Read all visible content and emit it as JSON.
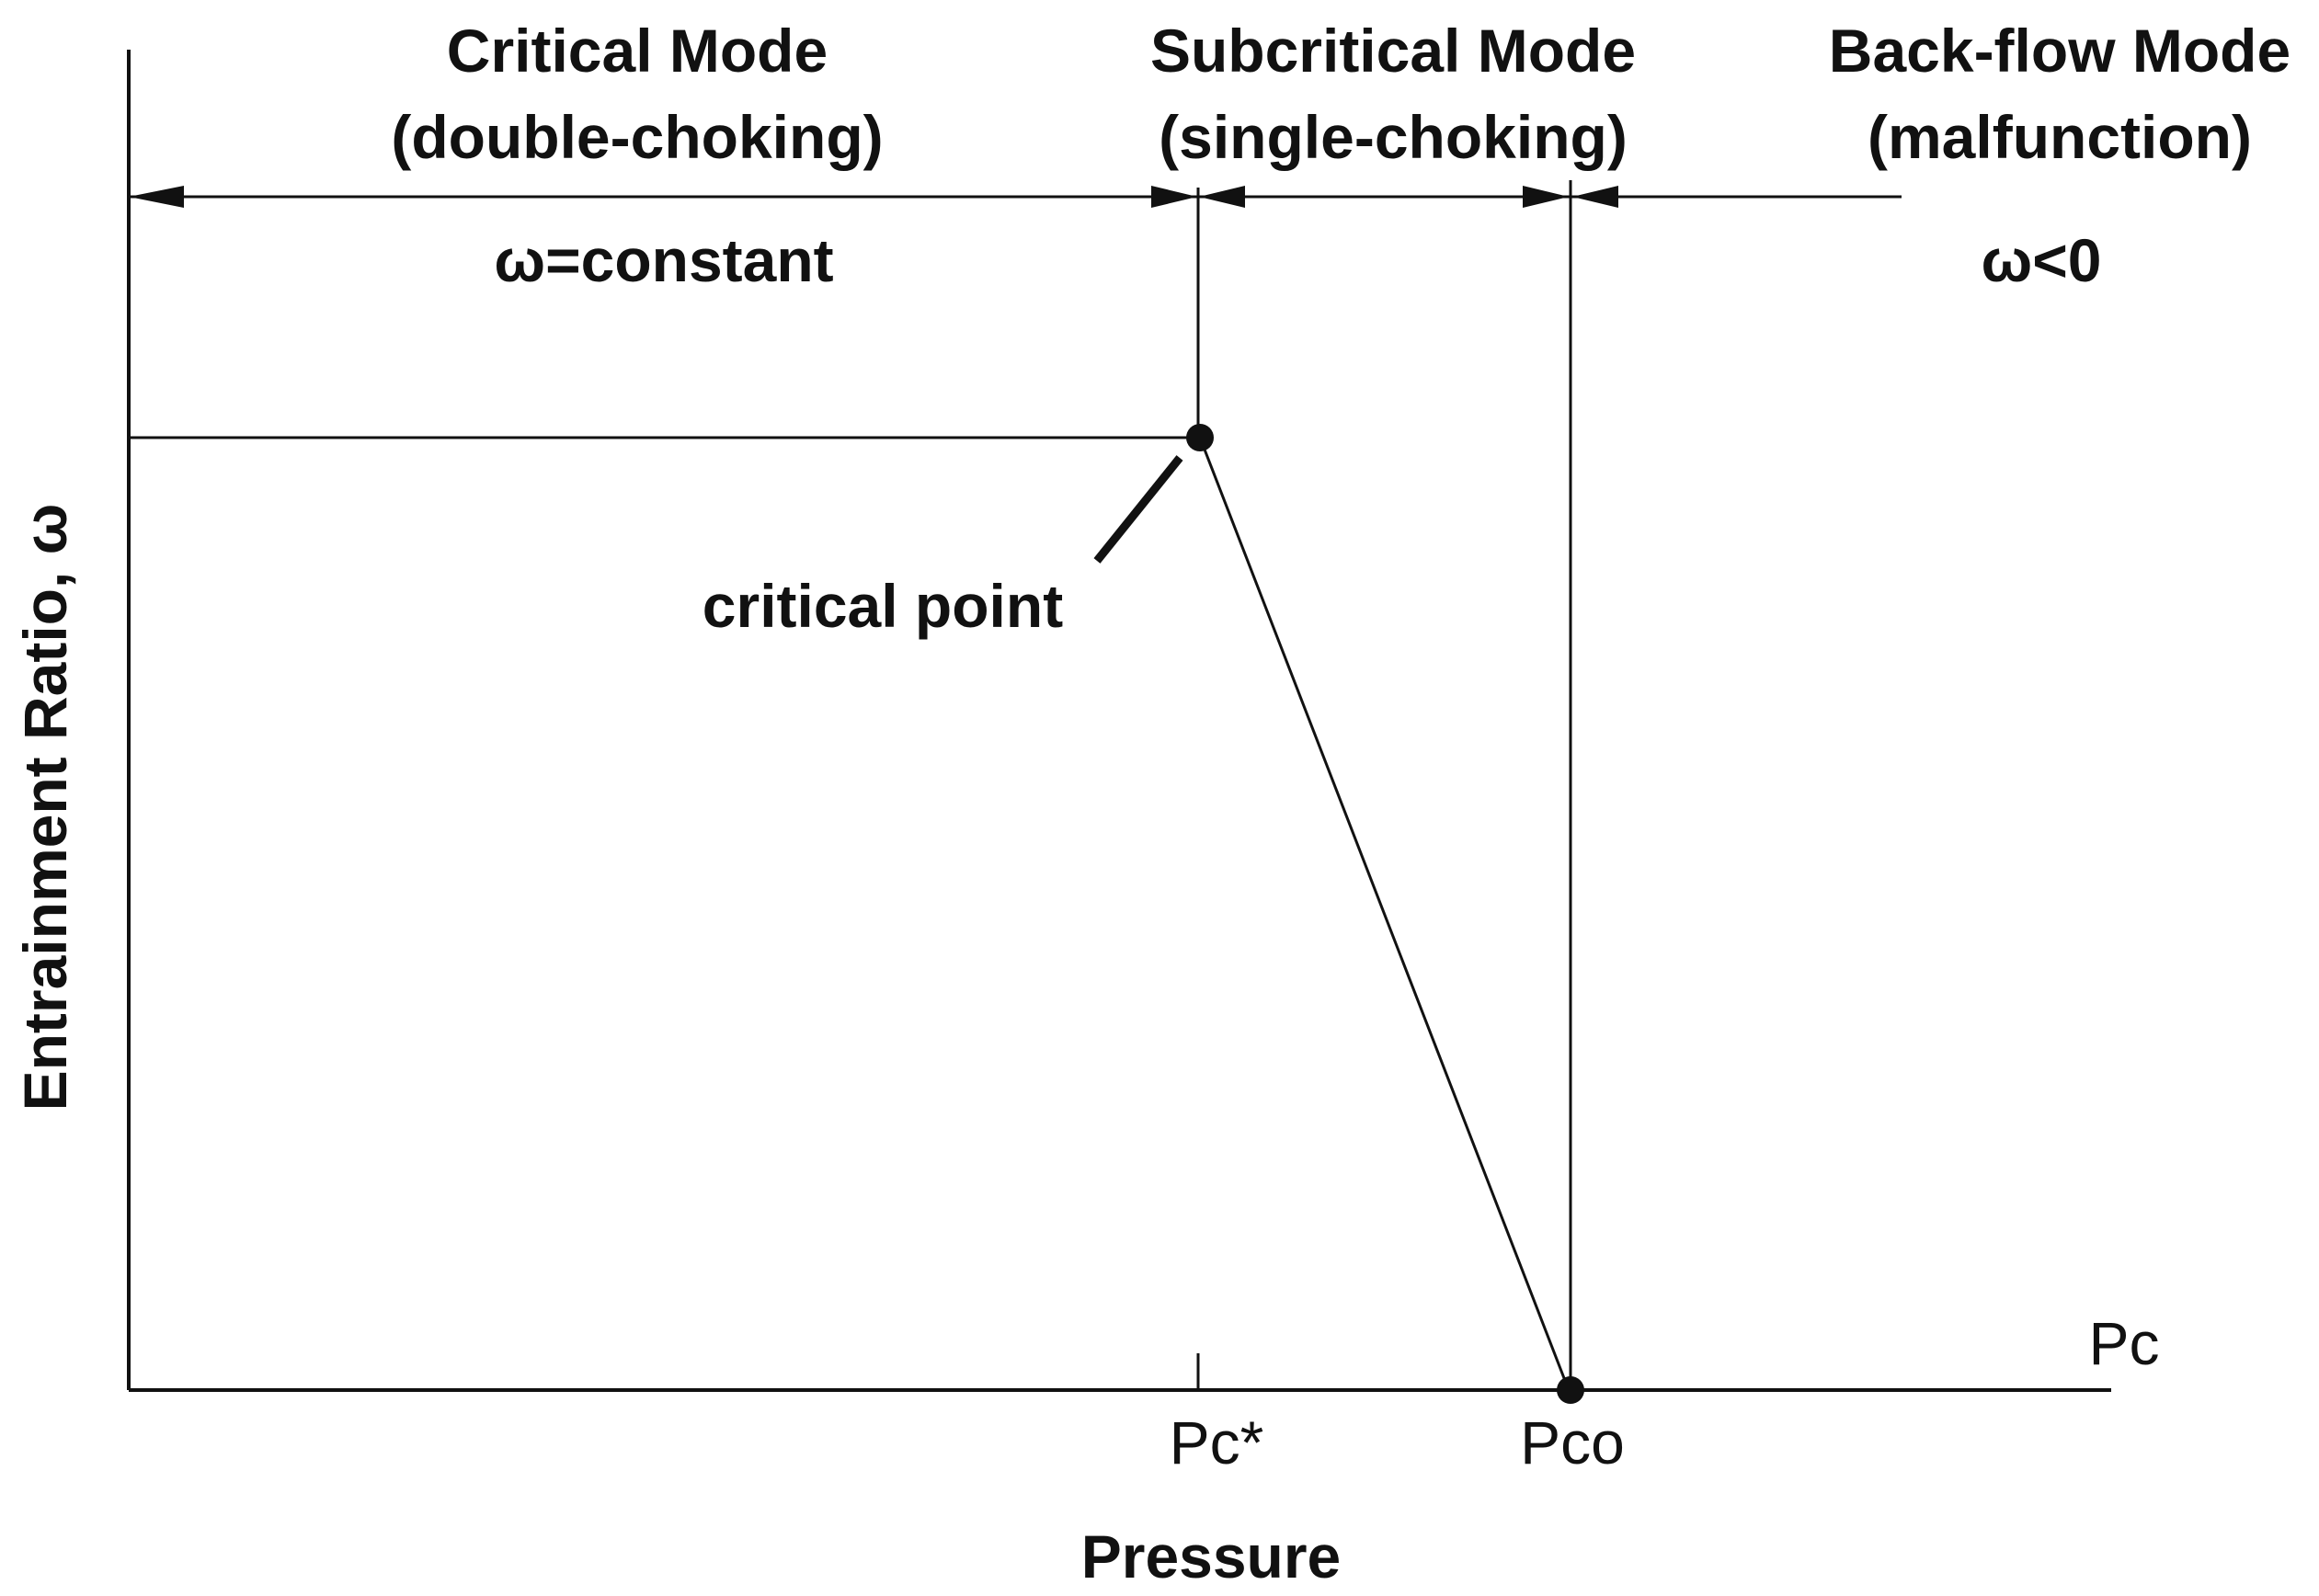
{
  "modes": {
    "critical": {
      "title": "Critical Mode",
      "subtitle": "(double-choking)",
      "omega_note": "ω=constant"
    },
    "subcritical": {
      "title": "Subcritical Mode",
      "subtitle": "(single-choking)"
    },
    "backflow": {
      "title": "Back-flow Mode",
      "subtitle": "(malfunction)",
      "omega_note": "ω<0"
    }
  },
  "axes": {
    "y_label": "Entrainment Ratio, ω",
    "x_label": "Pressure",
    "x_axis_end_label": "Pc",
    "x_ticks": [
      "Pc*",
      "Pco"
    ]
  },
  "annotations": {
    "critical_point": "critical point"
  },
  "colors": {
    "ink": "#111111",
    "background": "#ffffff"
  }
}
